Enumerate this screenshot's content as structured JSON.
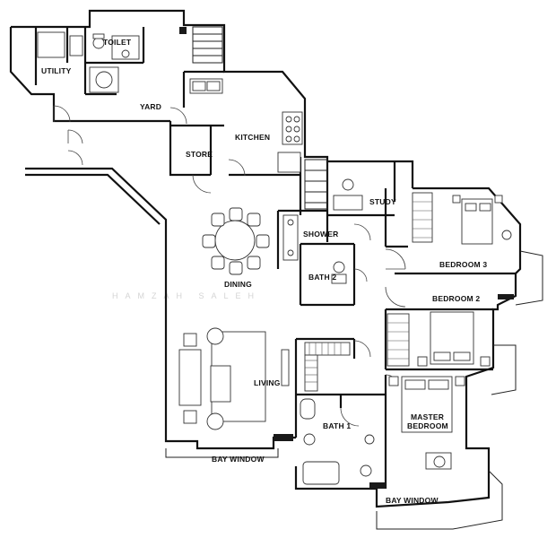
{
  "rooms": {
    "toilet": "TOILET",
    "utility": "UTILITY",
    "yard": "YARD",
    "kitchen": "KITCHEN",
    "store": "STORE",
    "study": "STUDY",
    "shower": "SHOWER",
    "dining": "DINING",
    "bath2": "BATH 2",
    "bedroom3": "BEDROOM 3",
    "bedroom2": "BEDROOM 2",
    "living": "LIVING",
    "bath1": "BATH 1",
    "master_line1": "MASTER",
    "master_line2": "BEDROOM"
  },
  "labels": {
    "bay_window_left": "BAY WINDOW",
    "bay_window_right": "BAY WINDOW"
  },
  "watermark": "HAMZAH   SALEH"
}
